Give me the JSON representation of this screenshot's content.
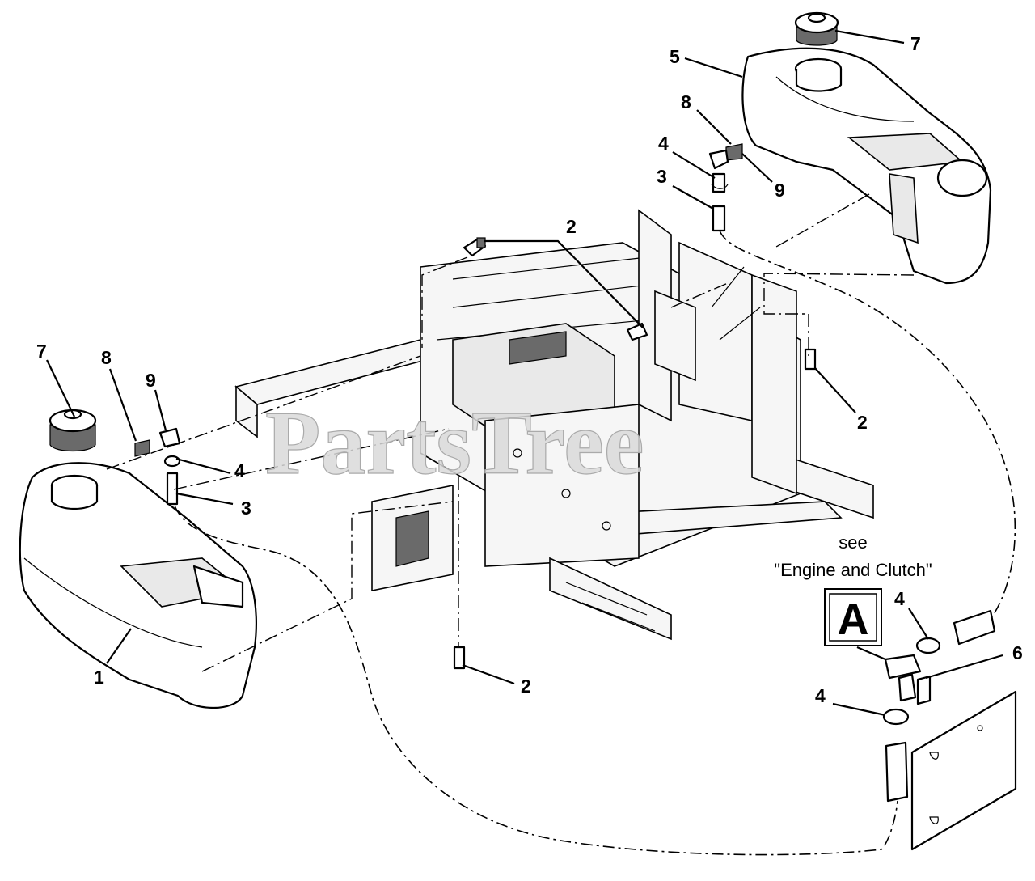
{
  "diagram": {
    "watermark": "PartsTree",
    "reference_note": {
      "line1": "see",
      "line2": "\"Engine and Clutch\"",
      "ref_letter": "A"
    },
    "callouts": [
      {
        "id": "c-7-top",
        "label": "7"
      },
      {
        "id": "c-5",
        "label": "5"
      },
      {
        "id": "c-8-top",
        "label": "8"
      },
      {
        "id": "c-4-top",
        "label": "4"
      },
      {
        "id": "c-9-top",
        "label": "9"
      },
      {
        "id": "c-3-top",
        "label": "3"
      },
      {
        "id": "c-2-top",
        "label": "2"
      },
      {
        "id": "c-2-right",
        "label": "2"
      },
      {
        "id": "c-7-left",
        "label": "7"
      },
      {
        "id": "c-8-left",
        "label": "8"
      },
      {
        "id": "c-9-left",
        "label": "9"
      },
      {
        "id": "c-4-left",
        "label": "4"
      },
      {
        "id": "c-3-left",
        "label": "3"
      },
      {
        "id": "c-1",
        "label": "1"
      },
      {
        "id": "c-2-bottom",
        "label": "2"
      },
      {
        "id": "c-4-ref",
        "label": "4"
      },
      {
        "id": "c-6",
        "label": "6"
      },
      {
        "id": "c-4-lower",
        "label": "4"
      }
    ]
  }
}
